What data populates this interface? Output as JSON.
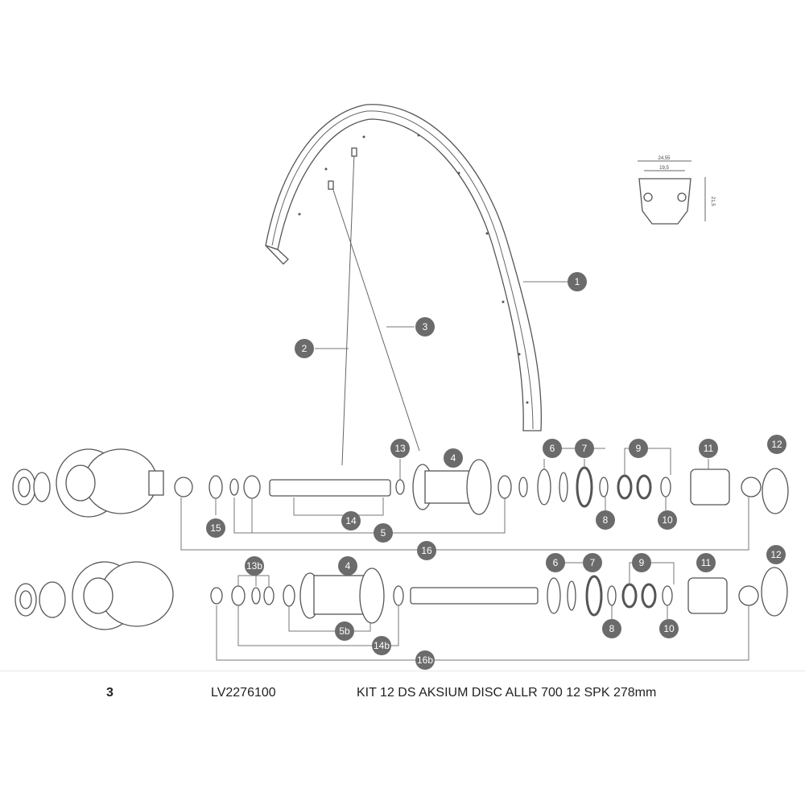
{
  "rim_profile": {
    "outer_width": "24,55",
    "inner_width": "19,5",
    "height": "21,5"
  },
  "callouts": {
    "c1": "1",
    "c2": "2",
    "c3": "3",
    "r1_13": "13",
    "r1_4": "4",
    "r1_6": "6",
    "r1_7": "7",
    "r1_9": "9",
    "r1_11": "11",
    "r1_12": "12",
    "r1_15": "15",
    "r1_14": "14",
    "r1_5": "5",
    "r1_8": "8",
    "r1_10": "10",
    "r1_16": "16",
    "r2_13b": "13b",
    "r2_4": "4",
    "r2_6": "6",
    "r2_7": "7",
    "r2_9": "9",
    "r2_11": "11",
    "r2_12": "12",
    "r2_5b": "5b",
    "r2_14b": "14b",
    "r2_16b": "16b",
    "r2_8": "8",
    "r2_10": "10"
  },
  "part_row": {
    "item": "3",
    "reference": "LV2276100",
    "description": "KIT 12 DS AKSIUM DISC ALLR 700 12 SPK 278mm"
  },
  "colors": {
    "callout": "#6b6b6b",
    "line": "#555555"
  }
}
